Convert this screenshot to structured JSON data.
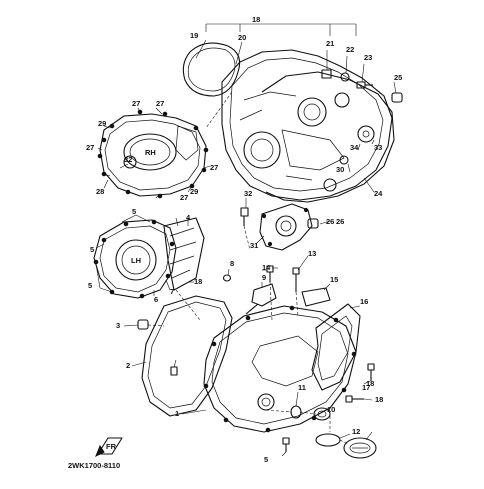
{
  "diagram": {
    "catalog_code": "2WK1700-8110",
    "cover_marks": {
      "right_cover": "RH",
      "left_cover": "LH",
      "front_arrow": "FR"
    },
    "callouts": [
      "1",
      "2",
      "3",
      "4",
      "5",
      "5",
      "5",
      "5",
      "6",
      "7",
      "8",
      "9",
      "10",
      "11",
      "12",
      "13",
      "14",
      "15",
      "16",
      "17",
      "18",
      "18",
      "18",
      "18",
      "19",
      "20",
      "21",
      "22",
      "23",
      "24",
      "25",
      "26",
      "26",
      "27",
      "27",
      "27",
      "27",
      "27",
      "28",
      "29",
      "29",
      "30",
      "31",
      "32",
      "32",
      "33",
      "34"
    ]
  }
}
